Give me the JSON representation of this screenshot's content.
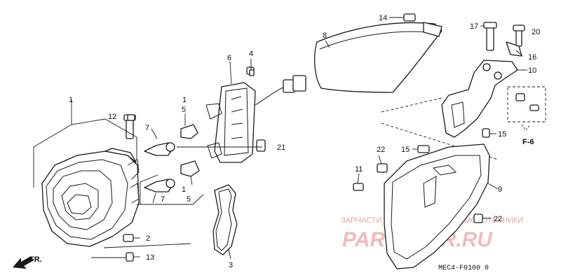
{
  "diagram": {
    "callouts": [
      {
        "id": "1",
        "text": "1"
      },
      {
        "id": "1b",
        "text": "1"
      },
      {
        "id": "1c",
        "text": "1"
      },
      {
        "id": "2",
        "text": "2"
      },
      {
        "id": "3",
        "text": "3"
      },
      {
        "id": "4",
        "text": "4"
      },
      {
        "id": "5",
        "text": "5"
      },
      {
        "id": "5b",
        "text": "5"
      },
      {
        "id": "6",
        "text": "6"
      },
      {
        "id": "7",
        "text": "7"
      },
      {
        "id": "7b",
        "text": "7"
      },
      {
        "id": "8",
        "text": "8"
      },
      {
        "id": "9",
        "text": "9"
      },
      {
        "id": "10",
        "text": "10"
      },
      {
        "id": "11",
        "text": "11"
      },
      {
        "id": "12",
        "text": "12"
      },
      {
        "id": "13",
        "text": "13"
      },
      {
        "id": "14",
        "text": "14"
      },
      {
        "id": "15",
        "text": "15"
      },
      {
        "id": "15b",
        "text": "15"
      },
      {
        "id": "16",
        "text": "16"
      },
      {
        "id": "17",
        "text": "17"
      },
      {
        "id": "20",
        "text": "20"
      },
      {
        "id": "21",
        "text": "21"
      },
      {
        "id": "22",
        "text": "22"
      },
      {
        "id": "22b",
        "text": "22"
      }
    ],
    "fr_label": "FR.",
    "ref_label": "F-6",
    "diagram_code": "MEC4-F0100 0"
  },
  "watermark": {
    "small_text": "ЗАПЧАСТИ И АКСЕССУАРЫ ДЛЯ МОТОТЕХНИКИ",
    "logo_text": "PARTSFOR.RU",
    "color": "#e8a0a0"
  }
}
